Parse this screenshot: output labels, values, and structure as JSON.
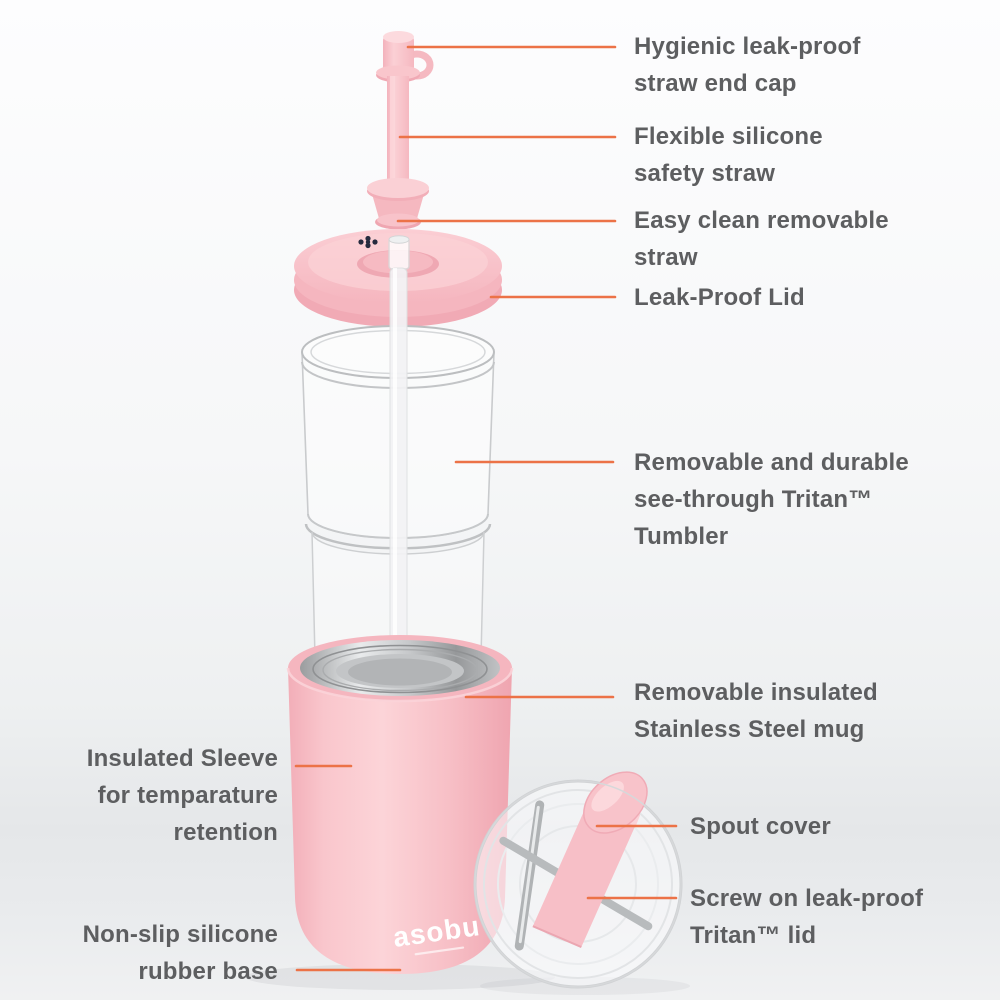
{
  "colors": {
    "accent_line": "#EC7247",
    "label_text": "#5D5E60",
    "product_pink": "#F8C3C9",
    "steel": "#C2C4C6",
    "lid_mark_navy": "#262B3F"
  },
  "labels": {
    "straw_end_cap": "Hygienic leak-proof\nstraw end cap",
    "safety_straw": "Flexible silicone\nsafety straw",
    "removable_straw": "Easy clean removable\nstraw",
    "leak_proof_lid": "Leak-Proof Lid",
    "tritan_tumbler": "Removable and durable\nsee-through Tritan™\nTumbler",
    "steel_mug": "Removable insulated\nStainless Steel mug",
    "insulated_sleeve": "Insulated Sleeve\nfor temparature\nretention",
    "rubber_base": "Non-slip silicone\nrubber base",
    "spout_cover": "Spout cover",
    "tritan_lid": "Screw on leak-proof\nTritan™ lid"
  },
  "logo": {
    "brand": "asobu"
  }
}
